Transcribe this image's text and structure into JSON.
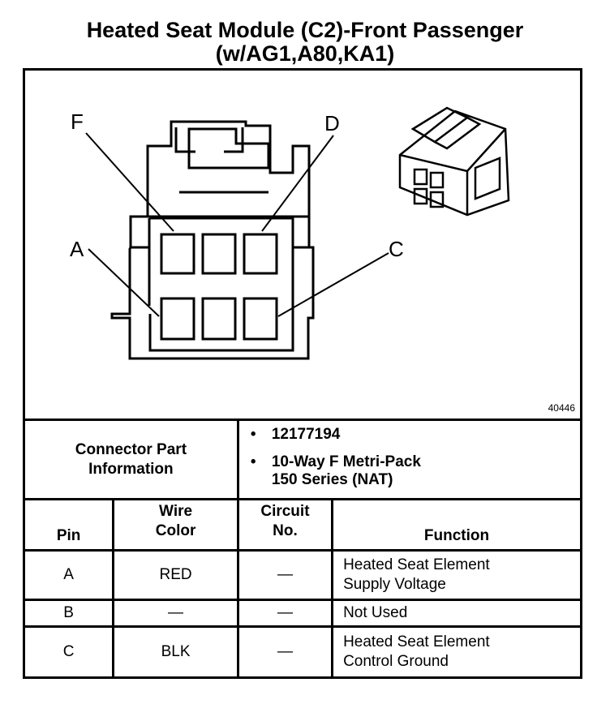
{
  "title": {
    "line1": "Heated Seat Module (C2)-Front Passenger",
    "line2": "(w/AG1,A80,KA1)"
  },
  "diagram": {
    "callouts": {
      "F": "F",
      "D": "D",
      "A": "A",
      "C": "C"
    },
    "figure_number": "40446"
  },
  "connector_info": {
    "label_line1": "Connector Part",
    "label_line2": "Information",
    "items": [
      "12177194",
      "10-Way F Metri-Pack",
      "150 Series (NAT)"
    ],
    "bullet": "•"
  },
  "table": {
    "headers": {
      "pin": "Pin",
      "wire_color_1": "Wire",
      "wire_color_2": "Color",
      "circuit_1": "Circuit",
      "circuit_2": "No.",
      "function": "Function"
    },
    "rows": [
      {
        "pin": "A",
        "wire_color": "RED",
        "circuit": "—",
        "function_1": "Heated Seat Element",
        "function_2": "Supply Voltage"
      },
      {
        "pin": "B",
        "wire_color": "—",
        "circuit": "—",
        "function_1": "Not Used",
        "function_2": ""
      },
      {
        "pin": "C",
        "wire_color": "BLK",
        "circuit": "—",
        "function_1": "Heated Seat Element",
        "function_2": "Control Ground"
      }
    ]
  }
}
